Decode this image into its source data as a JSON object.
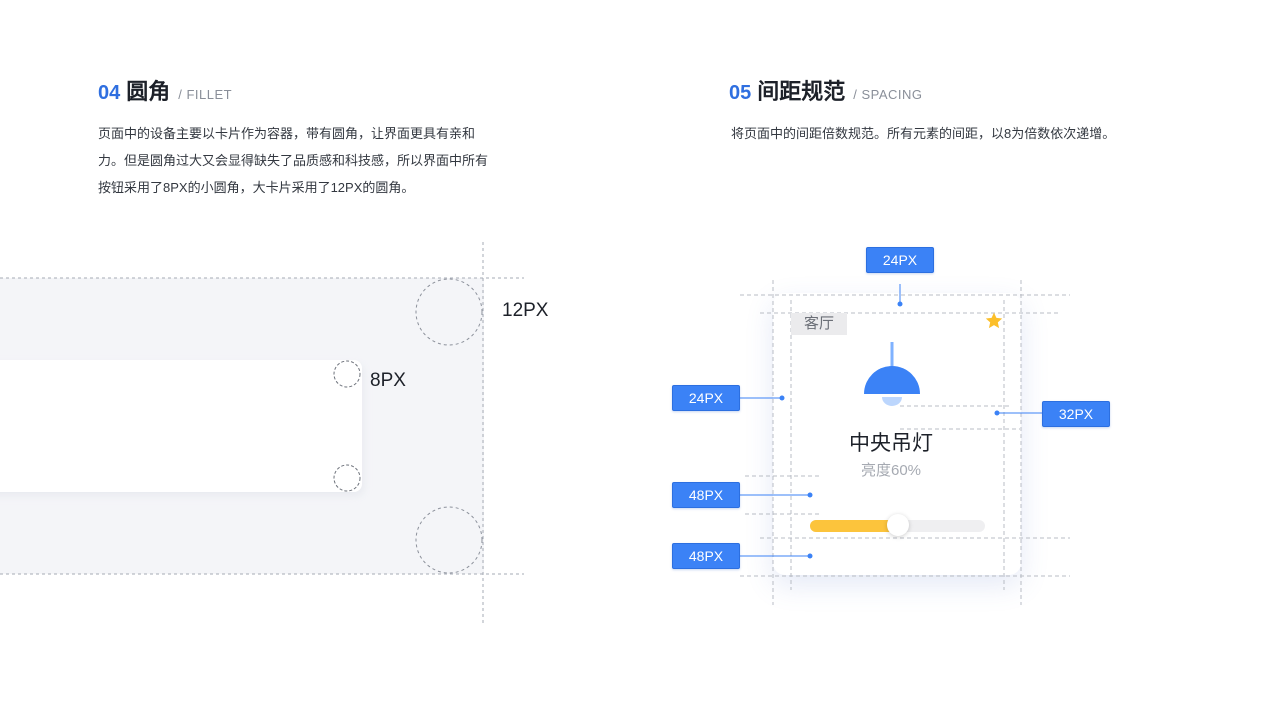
{
  "fillet": {
    "number": "04",
    "title": "圆角",
    "subtitle": "/ FILLET",
    "description_lines": [
      "页面中的设备主要以卡片作为容器，带有圆角，让界面更具有亲和",
      "力。但是圆角过大又会显得缺失了品质感和科技感，所以界面中所有",
      "按钮采用了8PX的小圆角，大卡片采用了12PX的圆角。"
    ],
    "label_large": "12PX",
    "label_small": "8PX"
  },
  "spacing": {
    "number": "05",
    "title": "间距规范",
    "subtitle": "/ SPACING",
    "description": "将页面中的间距倍数规范。所有元素的间距，以8为倍数依次递增。",
    "tags": {
      "top": "24PX",
      "left": "24PX",
      "right": "32PX",
      "mid": "48PX",
      "bottom": "48PX"
    },
    "card": {
      "room_badge": "客厅",
      "device_name": "中央吊灯",
      "brightness_text": "亮度60%",
      "brightness": 0.5,
      "star_icon": "star-icon",
      "lamp_icon": "pendant-lamp-icon",
      "accent_color": "#3b82f6",
      "slider_color": "#fcc43c"
    }
  }
}
